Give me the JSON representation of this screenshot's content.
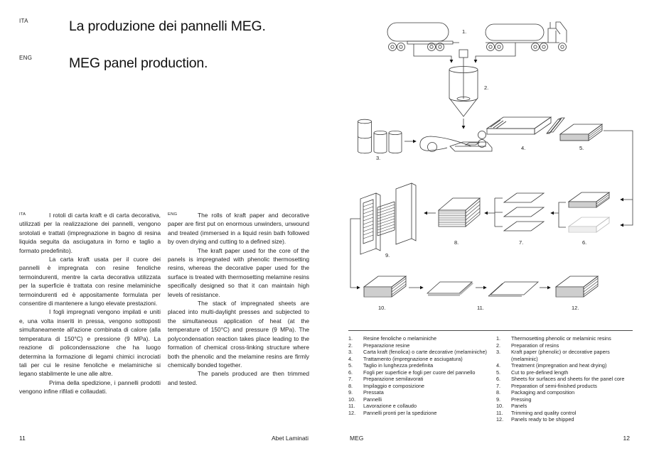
{
  "header": {
    "ita_label": "ITA",
    "ita_title": "La produzione dei pannelli MEG.",
    "eng_label": "ENG",
    "eng_title": "MEG panel production."
  },
  "body": {
    "ita_label": "ITA",
    "ita_paragraphs": [
      "I rotoli di carta kraft e di carta decorativa, utilizzati per la realizzazione dei pannelli, vengono srotolati e trattati (impregnazione in bagno di resina liquida seguita da asciugatura in forno e taglio a formato predefinito).",
      "La carta kraft usata per il cuore dei pannelli è impregnata con resine fenoliche termoindurenti, mentre la carta decorativa utilizzata per la superficie è trattata con resine melaminiche termoindurenti ed è appositamente formulata per consentire di mantenere a lungo elevate prestazioni.",
      "I fogli impregnati vengono impilati e uniti e, una volta inseriti in pressa, vengono sottoposti simultaneamente all'azione combinata di calore (alla temperatura di 150°C) e pressione (9 MPa). La reazione di policondensazione che ha luogo determina la formazione di legami chimici incrociati tali per cui le resine fenoliche e melaminiche si legano stabilmente le une alle altre.",
      "Prima della spedizione, i pannelli prodotti vengono infine rifilati e collaudati."
    ],
    "eng_label": "ENG",
    "eng_paragraphs": [
      "The rolls of kraft paper and decorative paper are first put on enormous unwinders, unwound and treated (immersed in a liquid resin bath followed by oven drying and cutting to a defined size).",
      "The kraft paper used for the core of the panels is impregnated with phenolic thermosetting resins, whereas the decorative paper used for the surface is treated with thermosetting melamine resins specifically designed so that it can maintain high levels of resistance.",
      "The stack of impregnated sheets are placed into multi-daylight presses and subjected to the simultaneous application of heat (at the temperature of 150°C) and pressure (9 MPa). The polycondensation reaction takes place leading to the formation of chemical cross-linking structure where both the phenolic and the melamine resins are firmly chemically bonded together.",
      "The panels produced are then trimmed and tested."
    ]
  },
  "diagram": {
    "step_labels": [
      "1.",
      "2.",
      "3.",
      "4.",
      "5.",
      "6.",
      "7.",
      "8.",
      "9.",
      "10.",
      "11.",
      "12."
    ]
  },
  "legend_ita": {
    "items": [
      {
        "num": "1.",
        "text": "Resine fenoliche o melaminiche"
      },
      {
        "num": "2.",
        "text": "Preparazione resine"
      },
      {
        "num": "3.",
        "text": "Carta kraft (fenolica) o carte decorative (melaminiche)"
      },
      {
        "num": "4.",
        "text": "Trattamento (impregnazione e asciugatura)"
      },
      {
        "num": "5.",
        "text": "Taglio in lunghezza predefinita"
      },
      {
        "num": "6.",
        "text": "Fogli per superficie e fogli per cuore del pannello"
      },
      {
        "num": "7.",
        "text": "Preparazione semilavorati"
      },
      {
        "num": "8.",
        "text": "Impilaggio e composizione"
      },
      {
        "num": "9.",
        "text": "Pressata"
      },
      {
        "num": "10.",
        "text": "Pannelli"
      },
      {
        "num": "11.",
        "text": "Lavorazione e collaudo"
      },
      {
        "num": "12.",
        "text": "Pannelli pronti per la spedizione"
      }
    ]
  },
  "legend_eng": {
    "items": [
      {
        "num": "1.",
        "text": "Thermosetting phenolic or melaminic resins"
      },
      {
        "num": "2.",
        "text": "Preparation of resins"
      },
      {
        "num": "3.",
        "text": "Kraft paper (phenolic) or decorative papers (melaminic)"
      },
      {
        "num": "4.",
        "text": "Treatment (impregnation and heat drying)"
      },
      {
        "num": "5.",
        "text": "Cut to pre-defined length"
      },
      {
        "num": "6.",
        "text": "Sheets for surfaces and sheets for the panel core"
      },
      {
        "num": "7.",
        "text": "Preparation of semi-finished products"
      },
      {
        "num": "8.",
        "text": "Packaging and composition"
      },
      {
        "num": "9.",
        "text": "Pressing"
      },
      {
        "num": "10.",
        "text": "Panels"
      },
      {
        "num": "11.",
        "text": "Trimming and quality control"
      },
      {
        "num": "12.",
        "text": "Panels ready to be shipped"
      }
    ]
  },
  "footer": {
    "page_left": "11",
    "brand": "Abet Laminati",
    "product": "MEG",
    "page_right": "12"
  }
}
